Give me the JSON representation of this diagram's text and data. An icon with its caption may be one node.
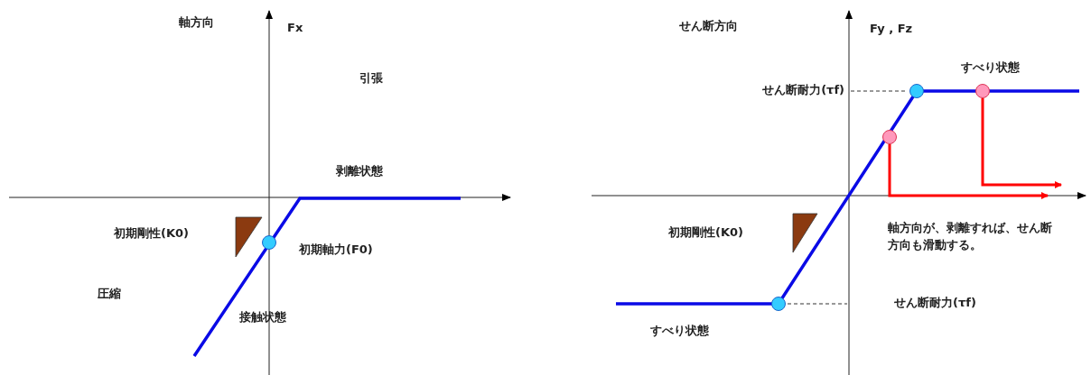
{
  "diagram": {
    "nodes": [
      {
        "text": [],
        "shape": "circle"
      },
      {
        "text": [],
        "shape": "circle"
      },
      {
        "text": [],
        "shape": "circle"
      },
      {
        "text": [],
        "shape": "circle"
      },
      {
        "text": [],
        "shape": "circle"
      }
    ],
    "edges": [
      {
        "from": 2,
        "to": null,
        "arrow": "to",
        "color": "#ff0000"
      },
      {
        "from": 4,
        "to": null,
        "arrow": "to",
        "color": "#ff0000"
      }
    ],
    "labels": [
      "軸方向",
      "Fx",
      "引張",
      "剥離状態",
      "初期剛性(K0)",
      "初期軸力(F0)",
      "圧縮",
      "接触状態",
      "せん断方向",
      "Fy , Fz",
      "すべり状態",
      "せん断耐力(τf)",
      "初期剛性(K0)",
      "軸方向が、剥離すれば、せん断方向も滑動する。",
      "せん断耐力(τf)",
      "すべり状態"
    ]
  }
}
